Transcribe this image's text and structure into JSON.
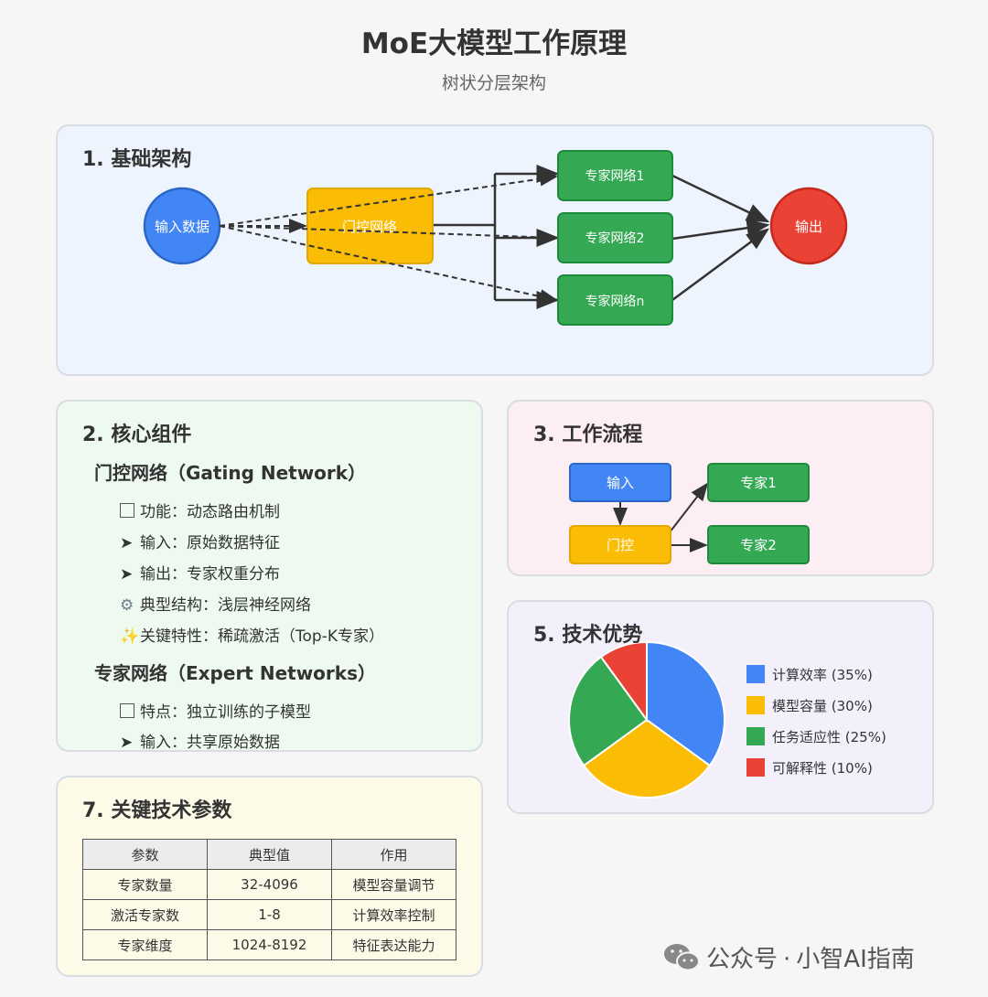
{
  "header": {
    "title": "MoE大模型工作原理",
    "subtitle": "树状分层架构"
  },
  "section1": {
    "title": "1. 基础架构",
    "input_node": "输入数据",
    "gate_node": "门控网络",
    "experts": [
      "专家网络1",
      "专家网络2",
      "专家网络n"
    ],
    "output_node": "输出"
  },
  "section2": {
    "title": "2. 核心组件",
    "gating": {
      "heading": "门控网络（Gating Network）",
      "items": [
        {
          "icon": "checkbox-icon",
          "text": "功能：动态路由机制"
        },
        {
          "icon": "arrow-icon",
          "text": "输入：原始数据特征"
        },
        {
          "icon": "arrow-icon",
          "text": "输出：专家权重分布"
        },
        {
          "icon": "gear-icon",
          "text": "典型结构：浅层神经网络"
        },
        {
          "icon": "sparkles-icon",
          "text": "关键特性：稀疏激活（Top-K专家）"
        }
      ]
    },
    "experts": {
      "heading": "专家网络（Expert Networks）",
      "items": [
        {
          "icon": "checkbox-icon",
          "text": "特点：独立训练的子模型"
        },
        {
          "icon": "arrow-icon",
          "text": "输入：共享原始数据"
        }
      ]
    }
  },
  "section3": {
    "title": "3. 工作流程",
    "input_node": "输入",
    "gate_node": "门控",
    "expert1": "专家1",
    "expert2": "专家2"
  },
  "section5": {
    "title": "5. 技术优势",
    "chart_data": {
      "type": "pie",
      "categories": [
        "计算效率 (35%)",
        "模型容量 (30%)",
        "任务适应性 (25%)",
        "可解释性 (10%)"
      ],
      "values": [
        35,
        30,
        25,
        10
      ],
      "colors": [
        "#4285f4",
        "#fbbc05",
        "#34a853",
        "#ea4335"
      ],
      "title": "",
      "legend": "right"
    }
  },
  "section7": {
    "title": "7. 关键技术参数",
    "columns": [
      "参数",
      "典型值",
      "作用"
    ],
    "rows": [
      [
        "专家数量",
        "32-4096",
        "模型容量调节"
      ],
      [
        "激活专家数",
        "1-8",
        "计算效率控制"
      ],
      [
        "专家维度",
        "1024-8192",
        "特征表达能力"
      ]
    ]
  },
  "watermark": {
    "left": "公众号",
    "dot": "·",
    "right": "小智AI指南"
  },
  "colors": {
    "blue": "#4285f4",
    "yellow": "#fbbc05",
    "green": "#34a853",
    "red": "#ea4335"
  }
}
